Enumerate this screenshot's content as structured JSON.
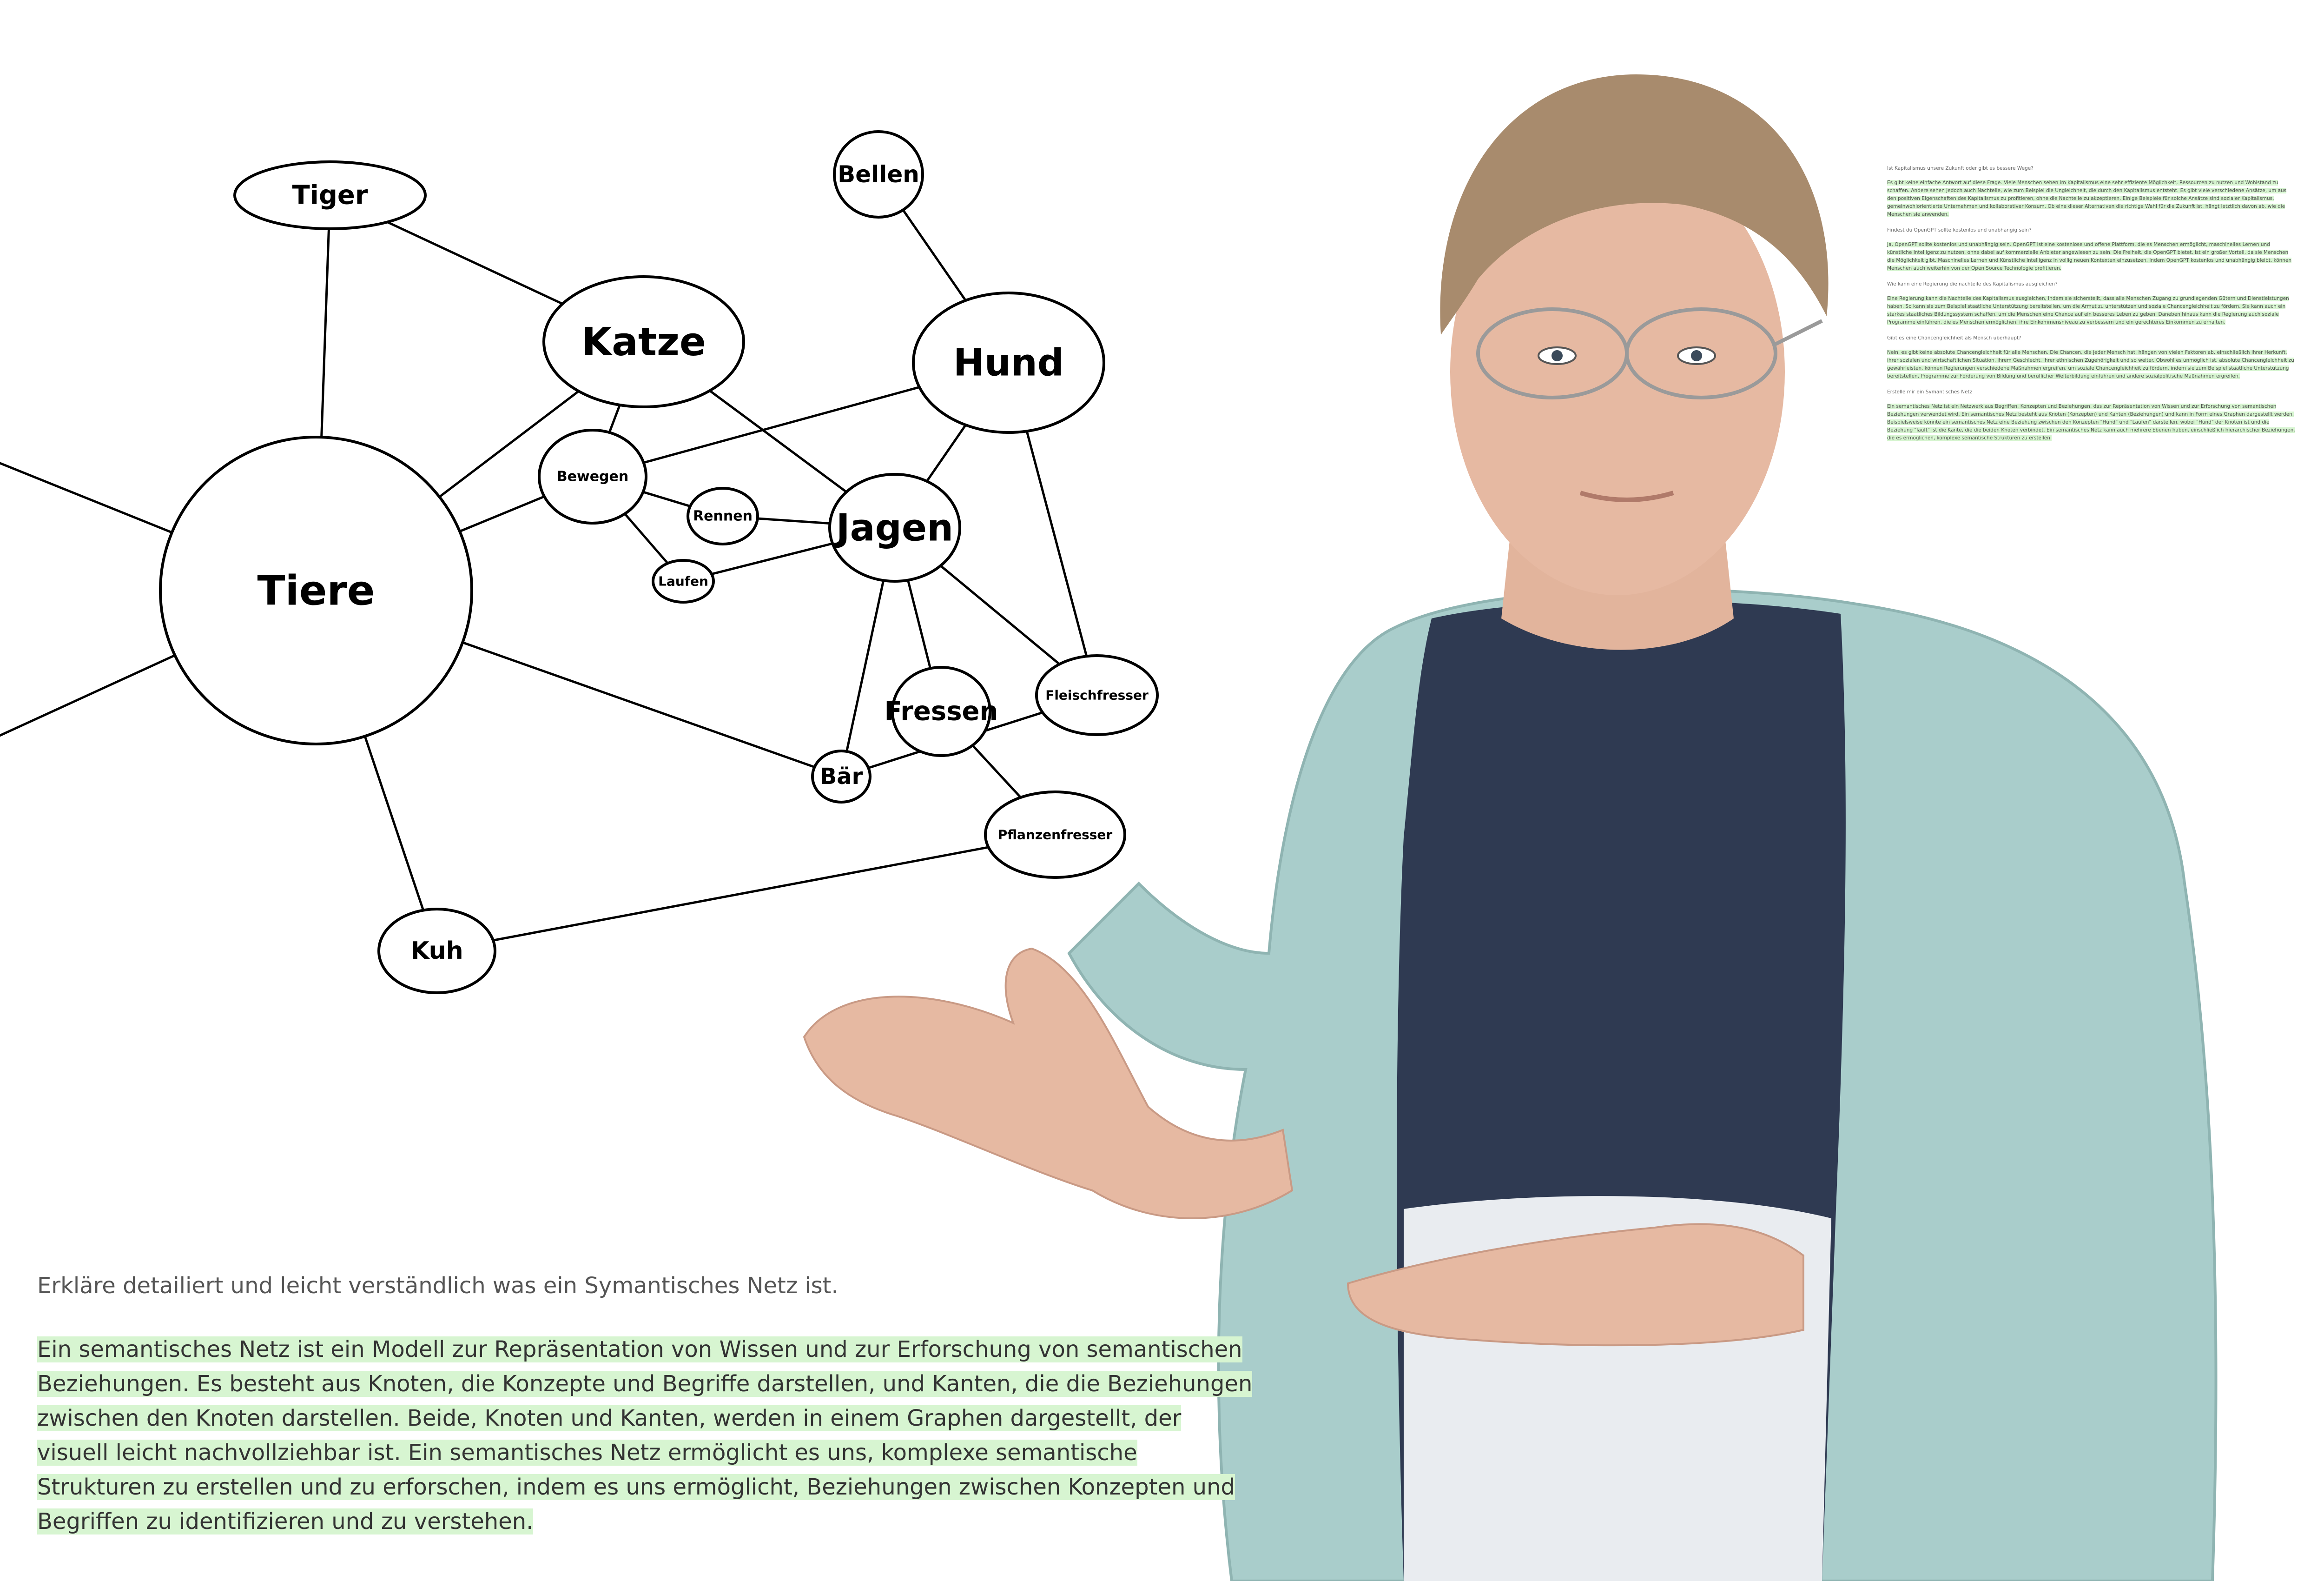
{
  "diagram": {
    "nodes": [
      {
        "id": "tiger",
        "label": "Tiger"
      },
      {
        "id": "bellen",
        "label": "Bellen"
      },
      {
        "id": "katze",
        "label": "Katze"
      },
      {
        "id": "hund",
        "label": "Hund"
      },
      {
        "id": "bewegen",
        "label": "Bewegen"
      },
      {
        "id": "rennen",
        "label": "Rennen"
      },
      {
        "id": "jagen",
        "label": "Jagen"
      },
      {
        "id": "tiere",
        "label": "Tiere"
      },
      {
        "id": "laufen",
        "label": "Laufen"
      },
      {
        "id": "fressen",
        "label": "Fressen"
      },
      {
        "id": "fleischfresser",
        "label": "Fleischfresser"
      },
      {
        "id": "baer",
        "label": "Bär"
      },
      {
        "id": "pflanzenfresser",
        "label": "Pflanzenfresser"
      },
      {
        "id": "kuh",
        "label": "Kuh"
      }
    ],
    "edges": [
      [
        "tiger",
        "tiere"
      ],
      [
        "tiger",
        "katze"
      ],
      [
        "bellen",
        "hund"
      ],
      [
        "katze",
        "tiere"
      ],
      [
        "katze",
        "bewegen"
      ],
      [
        "katze",
        "jagen"
      ],
      [
        "hund",
        "bewegen"
      ],
      [
        "hund",
        "jagen"
      ],
      [
        "hund",
        "fleischfresser"
      ],
      [
        "bewegen",
        "tiere"
      ],
      [
        "bewegen",
        "rennen"
      ],
      [
        "bewegen",
        "laufen"
      ],
      [
        "rennen",
        "jagen"
      ],
      [
        "laufen",
        "jagen"
      ],
      [
        "jagen",
        "fressen"
      ],
      [
        "jagen",
        "baer"
      ],
      [
        "jagen",
        "fleischfresser"
      ],
      [
        "tiere",
        "baer"
      ],
      [
        "tiere",
        "kuh"
      ],
      [
        "fressen",
        "pflanzenfresser"
      ],
      [
        "baer",
        "fleischfresser"
      ],
      [
        "kuh",
        "pflanzenfresser"
      ],
      [
        "tiere",
        "offscreen-top"
      ],
      [
        "tiere",
        "offscreen-bottom"
      ]
    ]
  },
  "chat_bottom": {
    "question": "Erkläre detailiert und leicht verständlich was ein Symantisches Netz ist.",
    "answer": "Ein semantisches Netz ist ein Modell zur Repräsentation von Wissen und zur Erforschung von semantischen Beziehungen. Es besteht aus Knoten, die Konzepte und Begriffe darstellen, und Kanten, die die Beziehungen zwischen den Knoten darstellen. Beide, Knoten und Kanten, werden in einem Graphen dargestellt, der visuell leicht nachvollziehbar ist. Ein semantisches Netz ermöglicht es uns, komplexe semantische Strukturen zu erstellen und zu erforschen, indem es uns ermöglicht, Beziehungen zwischen Konzepten und Begriffen zu identifizieren und zu verstehen."
  },
  "chat_small": {
    "q1": "Ist Kapitalismus unsere Zukunft oder gibt es bessere Wege?",
    "a1": "Es gibt keine einfache Antwort auf diese Frage. Viele Menschen sehen im Kapitalismus eine sehr effiziente Möglichkeit, Ressourcen zu nutzen und Wohlstand zu schaffen. Andere sehen jedoch auch Nachteile, wie zum Beispiel die Ungleichheit, die durch den Kapitalismus entsteht. Es gibt viele verschiedene Ansätze, um aus den positiven Eigenschaften des Kapitalismus zu profitieren, ohne die Nachteile zu akzeptieren. Einige Beispiele für solche Ansätze sind sozialer Kapitalismus, gemeinwohlorientierte Unternehmen und kollaborativer Konsum. Ob eine dieser Alternativen die richtige Wahl für die Zukunft ist, hängt letztlich davon ab, wie die Menschen sie anwenden.",
    "q2": "Findest du OpenGPT sollte kostenlos und unabhängig sein?",
    "a2": "Ja, OpenGPT sollte kostenlos und unabhängig sein. OpenGPT ist eine kostenlose und offene Plattform, die es Menschen ermöglicht, maschinelles Lernen und künstliche Intelligenz zu nutzen, ohne dabei auf kommerzielle Anbieter angewiesen zu sein. Die Freiheit, die OpenGPT bietet, ist ein großer Vorteil, da sie Menschen die Möglichkeit gibt, Maschinelles Lernen und Künstliche Intelligenz in vollig neuen Kontexten einzusetzen. Indem OpenGPT kostenlos und unabhängig bleibt, können Menschen auch weiterhin von der Open Source Technologie profitieren.",
    "q3": "Wie kann eine Regierung die nachteile des Kapitalismus ausgleichen?",
    "a3": "Eine Regierung kann die Nachteile des Kapitalismus ausgleichen, indem sie sicherstellt, dass alle Menschen Zugang zu grundlegenden Gütern und Dienstleistungen haben. So kann sie zum Beispiel staatliche Unterstützung bereitstellen, um die Armut zu unterstützen und soziale Chancengleichheit zu fördern. Sie kann auch ein starkes staatliches Bildungssystem schaffen, um die Menschen eine Chance auf ein besseres Leben zu geben. Daneben hinaus kann die Regierung auch soziale Programme einführen, die es Menschen ermöglichen, ihre Einkommensniveau zu verbessern und ein gerechteres Einkommen zu erhalten.",
    "q4": "Gibt es eine Chancengleichheit als Mensch überhaupt?",
    "a4": "Nein, es gibt keine absolute Chancengleichheit für alle Menschen. Die Chancen, die jeder Mensch hat, hängen von vielen Faktoren ab, einschließlich ihrer Herkunft, ihrer sozialen und wirtschaftlichen Situation, ihrem Geschlecht, ihrer ethnischen Zugehörigkeit und so weiter. Obwohl es unmöglich ist, absolute Chancengleichheit zu gewährleisten, können Regierungen verschiedene Maßnahmen ergreifen, um soziale Chancengleichheit zu fördern, indem sie zum Beispiel staatliche Unterstützung bereitstellen, Programme zur Förderung von Bildung und beruflicher Weiterbildung einführen und andere sozialpolitische Maßnahmen ergreifen.",
    "q5": "Erstelle mir ein Symantisches Netz",
    "a5": "Ein semantisches Netz ist ein Netzwerk aus Begriffen, Konzepten und Beziehungen, das zur Repräsentation von Wissen und zur Erforschung von semantischen Beziehungen verwendet wird. Ein semantisches Netz besteht aus Knoten (Konzepten) und Kanten (Beziehungen) und kann in Form eines Graphen dargestellt werden. Beispielsweise könnte ein semantisches Netz eine Beziehung zwischen den Konzepten \"Hund\" und \"Laufen\" darstellen, wobei \"Hund\" der Knoten ist und die Beziehung \"läuft\" ist die Kante, die die beiden Knoten verbindet. Ein semantisches Netz kann auch mehrere Ebenen haben, einschließlich hierarchischer Beziehungen, die es ermöglichen, komplexe semantische Strukturen zu erstellen."
  },
  "colors": {
    "highlight": "#d7f5d1",
    "hoodie": "#a9cdcb",
    "shirt": "#2f3a52",
    "skin": "#e6b9a2",
    "hair": "#a88b6d"
  }
}
